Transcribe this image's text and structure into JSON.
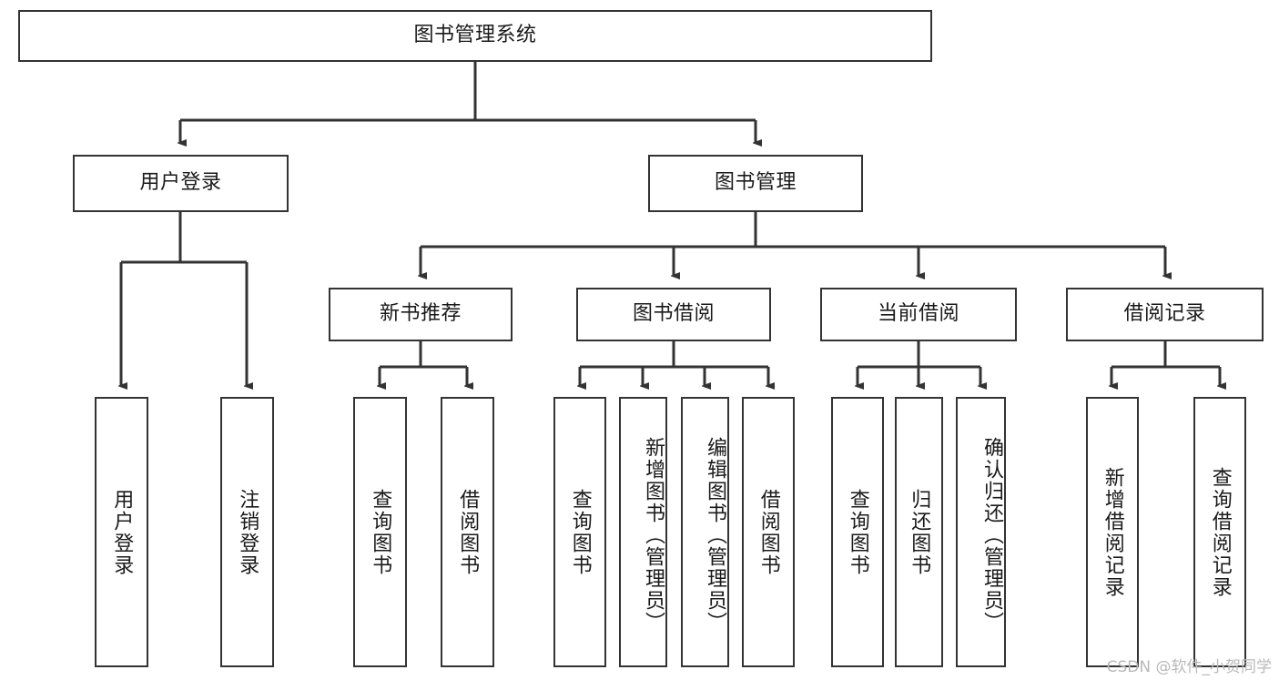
{
  "diagram": {
    "type": "tree",
    "title": "图书管理系统",
    "root": {
      "id": "root",
      "label": "图书管理系统"
    },
    "level2": [
      {
        "id": "user-login",
        "label": "用户登录"
      },
      {
        "id": "book-manage",
        "label": "图书管理"
      }
    ],
    "level3": [
      {
        "id": "new-book-recommend",
        "label": "新书推荐",
        "parent": "book-manage"
      },
      {
        "id": "book-borrow",
        "label": "图书借阅",
        "parent": "book-manage"
      },
      {
        "id": "current-borrow",
        "label": "当前借阅",
        "parent": "book-manage"
      },
      {
        "id": "borrow-record",
        "label": "借阅记录",
        "parent": "book-manage"
      }
    ],
    "leaves": [
      {
        "id": "leaf-user-login",
        "label": "用户登录",
        "parent": "user-login"
      },
      {
        "id": "leaf-logout-login",
        "label": "注销登录",
        "parent": "user-login"
      },
      {
        "id": "leaf-query-book-1",
        "label": "查询图书",
        "parent": "new-book-recommend"
      },
      {
        "id": "leaf-borrow-book-1",
        "label": "借阅图书",
        "parent": "new-book-recommend"
      },
      {
        "id": "leaf-query-book-2",
        "label": "查询图书",
        "parent": "book-borrow"
      },
      {
        "id": "leaf-add-book",
        "label": "新增图书（管理员）",
        "parent": "book-borrow"
      },
      {
        "id": "leaf-edit-book",
        "label": "编辑图书（管理员）",
        "parent": "book-borrow"
      },
      {
        "id": "leaf-borrow-book-2",
        "label": "借阅图书",
        "parent": "book-borrow"
      },
      {
        "id": "leaf-query-book-3",
        "label": "查询图书",
        "parent": "current-borrow"
      },
      {
        "id": "leaf-return-book",
        "label": "归还图书",
        "parent": "current-borrow"
      },
      {
        "id": "leaf-confirm-return",
        "label": "确认归还（管理员）",
        "parent": "current-borrow"
      },
      {
        "id": "leaf-add-record",
        "label": "新增借阅记录",
        "parent": "borrow-record"
      },
      {
        "id": "leaf-query-record",
        "label": "查询借阅记录",
        "parent": "borrow-record"
      }
    ],
    "colors": {
      "stroke": "#333333",
      "fill": "#ffffff",
      "text": "#1a1a1a",
      "watermark": "#b9b9b9"
    }
  },
  "watermark": {
    "text": "CSDN @软件_小贺同学"
  }
}
